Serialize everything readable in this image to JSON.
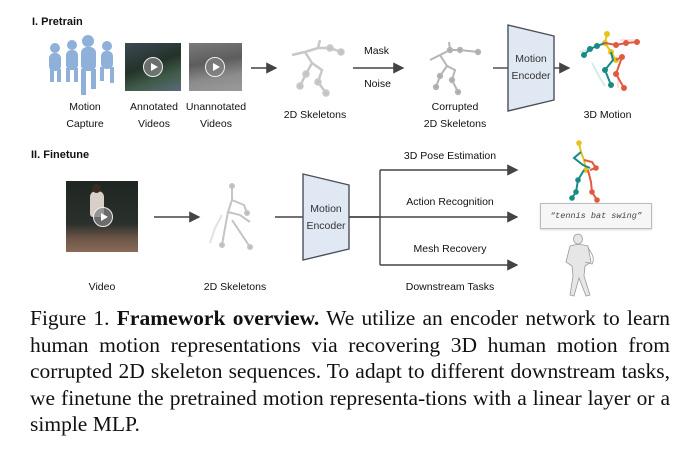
{
  "pretrain": {
    "title": "I. Pretrain",
    "sources": [
      {
        "line1": "Motion",
        "line2": "Capture"
      },
      {
        "line1": "Annotated",
        "line2": "Videos"
      },
      {
        "line1": "Unannotated",
        "line2": "Videos"
      }
    ],
    "skeletons_label": "2D Skeletons",
    "mask_label": "Mask",
    "noise_label": "Noise",
    "corrupted_line1": "Corrupted",
    "corrupted_line2": "2D Skeletons",
    "encoder_line1": "Motion",
    "encoder_line2": "Encoder",
    "output_label": "3D Motion"
  },
  "finetune": {
    "title": "II. Finetune",
    "video_label": "Video",
    "skeletons_label": "2D Skeletons",
    "encoder_line1": "Motion",
    "encoder_line2": "Encoder",
    "tasks": [
      "3D Pose Estimation",
      "Action Recognition",
      "Mesh Recovery"
    ],
    "tasks_label": "Downstream Tasks",
    "action_output": "“tennis bat swing”"
  },
  "colors": {
    "encoder_fill": "#dfe8f3",
    "encoder_stroke": "#4a4f5a",
    "arrow": "#444444",
    "teal": "#1a8a86",
    "yellow": "#e8c21c",
    "red": "#e05a40",
    "mocap_blue": "#8fb0d8"
  },
  "caption": {
    "prefix": "Figure 1.",
    "bold": "Framework overview.",
    "body": "We utilize an encoder network to learn human motion representations via recovering 3D human motion from corrupted 2D skeleton sequences. To adapt to different downstream tasks, we finetune the pretrained motion representa-tions with a linear layer or a simple MLP."
  }
}
